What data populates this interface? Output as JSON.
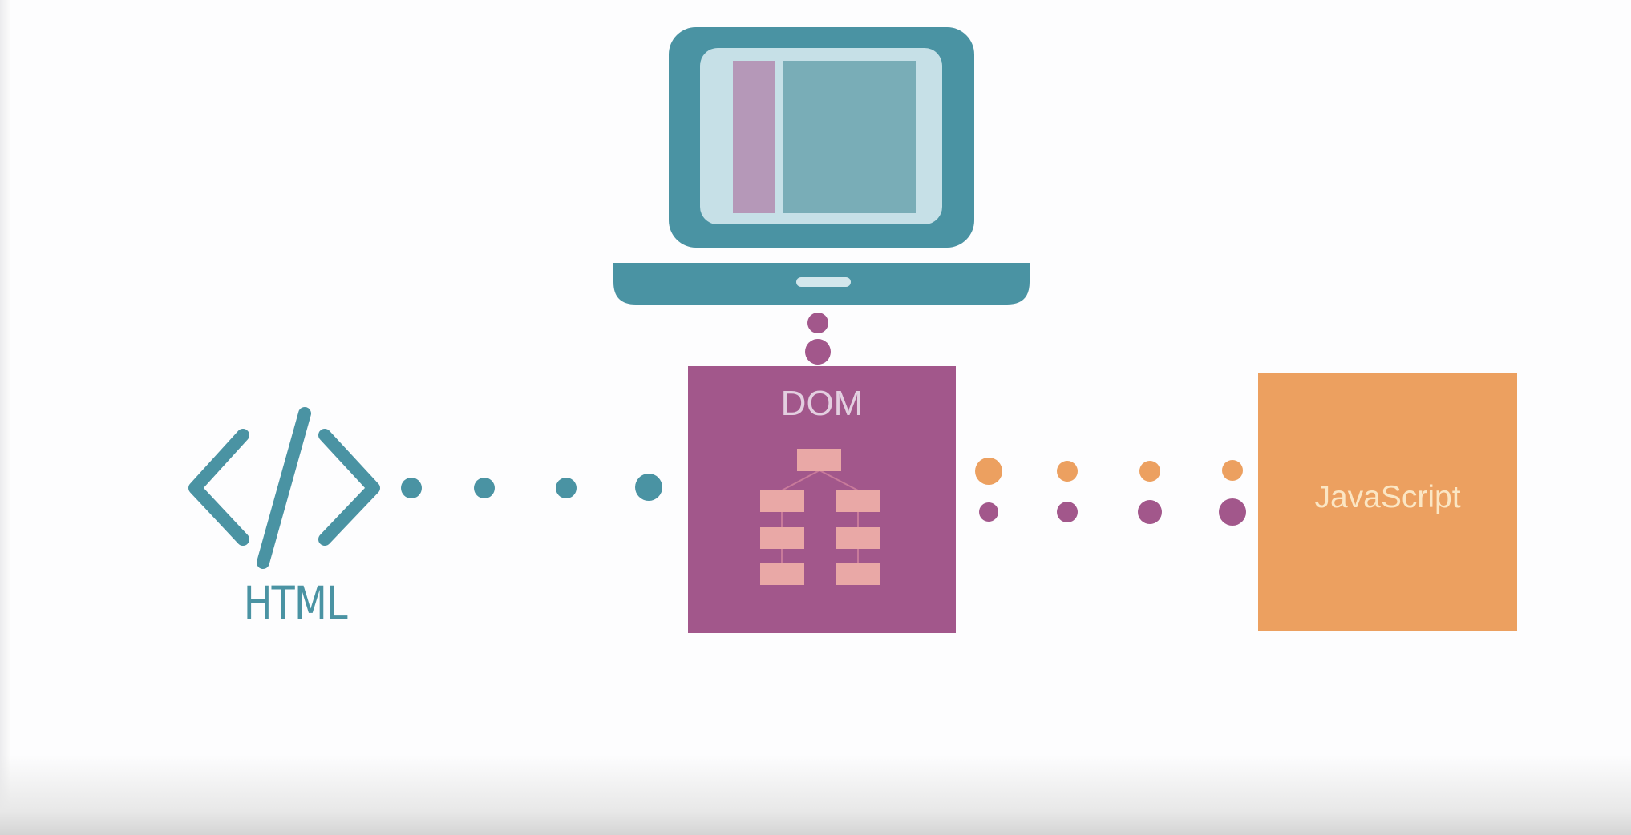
{
  "labels": {
    "html": "HTML",
    "dom": "DOM",
    "javascript": "JavaScript"
  },
  "colors": {
    "teal": "#4a93a3",
    "teal_dark": "#3e8796",
    "screen_pale": "#c6e0e7",
    "screen_panel": "#79adb7",
    "screen_sidebar": "#b598b8",
    "dom_purple": "#a2578b",
    "node_pink": "#e9a8a6",
    "js_orange": "#eca060",
    "background": "#fdfdfe"
  },
  "icons": {
    "laptop": "laptop-icon",
    "code": "code-brackets-icon",
    "tree": "dom-tree-icon"
  }
}
